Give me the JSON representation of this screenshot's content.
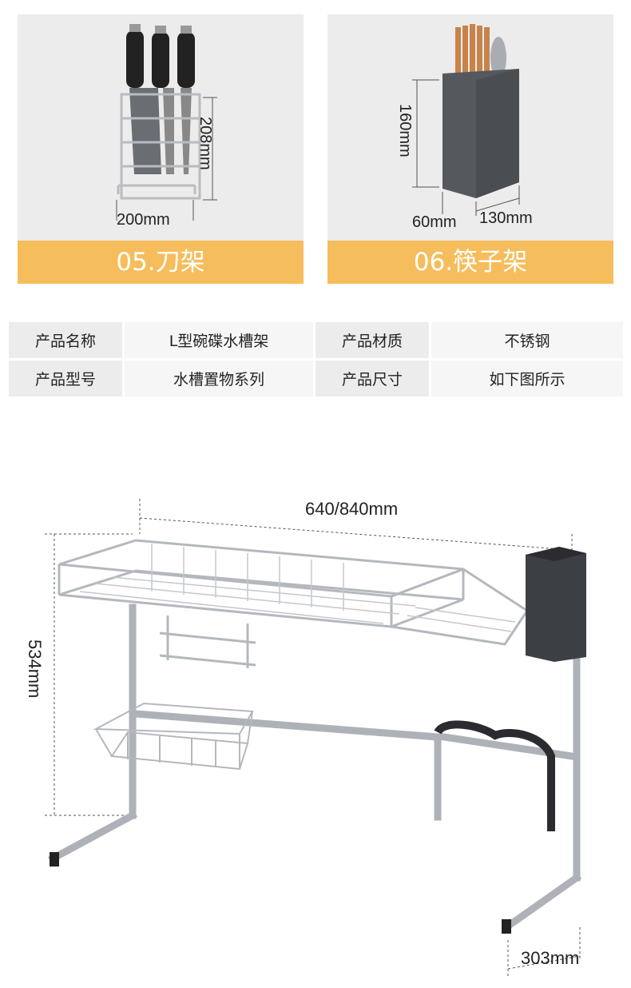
{
  "cards": [
    {
      "label": "05.刀架",
      "dims": {
        "height": "208mm",
        "width": "200mm"
      }
    },
    {
      "label": "06.筷子架",
      "dims": {
        "height": "160mm",
        "depth": "60mm",
        "width": "130mm"
      }
    }
  ],
  "specs": {
    "rows": [
      {
        "k1": "产品名称",
        "v1": "L型碗碟水槽架",
        "k2": "产品材质",
        "v2": "不锈钢"
      },
      {
        "k1": "产品型号",
        "v1": "水槽置物系列",
        "k2": "产品尺寸",
        "v2": "如下图所示"
      }
    ]
  },
  "main_diagram": {
    "width_label": "640/840mm",
    "height_label": "534mm",
    "depth_label": "303mm"
  },
  "colors": {
    "banner": "#f6bd5c",
    "photo_bg": "#ececec",
    "steel": "#b8bcc2",
    "holder": "#55585c"
  }
}
